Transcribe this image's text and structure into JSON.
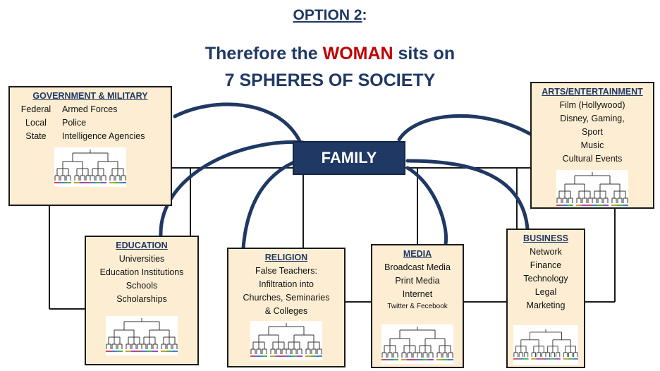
{
  "option": {
    "label": "OPTION 2",
    "suffix": ":"
  },
  "title": {
    "line1_pre": "Therefore the ",
    "line1_accent": "WOMAN",
    "line1_post": " sits on",
    "line2": "7 SPHERES OF SOCIETY"
  },
  "center": {
    "label": "FAMILY"
  },
  "colors": {
    "navy": "#1f3864",
    "accent_red": "#c00000",
    "box_fill": "#fdeed3",
    "border": "#1a1a1a"
  },
  "spheres": {
    "government": {
      "title": "GOVERNMENT & MILITARY",
      "col1": [
        "Federal",
        "Local",
        "State"
      ],
      "col2": [
        "Armed Forces",
        "Police",
        "Intelligence Agencies"
      ]
    },
    "arts": {
      "title": "ARTS/ENTERTAINMENT",
      "items": [
        "Film (Hollywood)",
        "Disney, Gaming,",
        "Sport",
        "Music",
        "Cultural Events"
      ]
    },
    "education": {
      "title": "EDUCATION",
      "items": [
        "Universities",
        "Education Institutions",
        "Schools",
        "Scholarships"
      ]
    },
    "religion": {
      "title": "RELIGION",
      "items": [
        "False Teachers:",
        "Infiltration into",
        "Churches, Seminaries",
        "& Colleges"
      ]
    },
    "media": {
      "title": "MEDIA",
      "items": [
        "Broadcast Media",
        "Print Media",
        "Internet"
      ],
      "small_item": "Twitter & Fecebook"
    },
    "business": {
      "title": "BUSINESS",
      "items": [
        "Network",
        "Finance",
        "Technology",
        "Legal",
        "Marketing"
      ]
    }
  },
  "icons": {
    "hierarchy": "org-tree-icon"
  }
}
